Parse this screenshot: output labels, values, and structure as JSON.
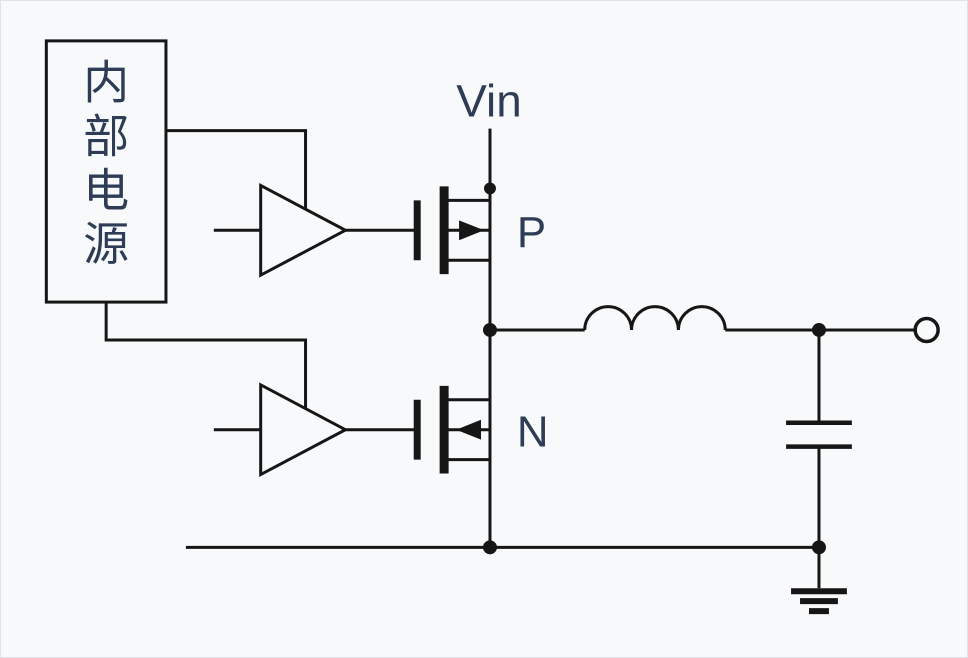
{
  "diagram_type": "circuit-schematic",
  "labels": {
    "supply_box": "内部电源",
    "supply_box_chars": [
      "内",
      "部",
      "电",
      "源"
    ],
    "vin": "Vin",
    "pmos": "P",
    "nmos": "N"
  },
  "components": {
    "supply_box": "internal-power-supply",
    "buffers": [
      "gate-driver-top",
      "gate-driver-bottom"
    ],
    "transistors": [
      "pmos-high-side",
      "nmos-low-side"
    ],
    "passives": [
      "output-inductor",
      "output-capacitor"
    ],
    "terminals": [
      "vin-input",
      "output-terminal",
      "ground"
    ]
  },
  "colors": {
    "line": "#161616",
    "text": "#2e3d55",
    "background": "#f7f9fb",
    "border": "#dfe3e8"
  }
}
